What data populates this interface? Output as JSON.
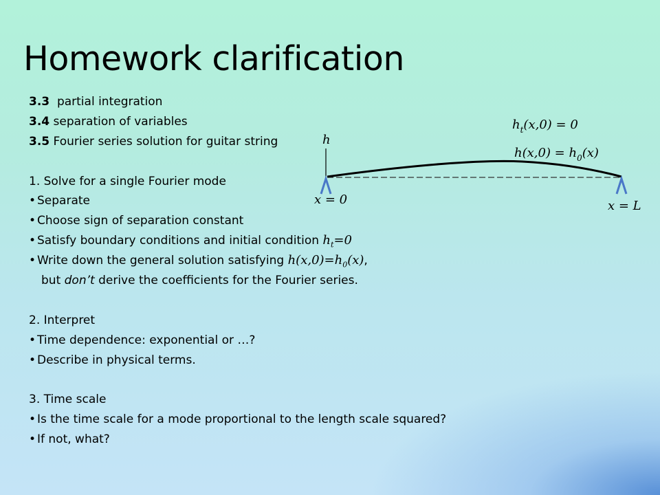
{
  "title": "Homework clarification",
  "sections": {
    "s33": {
      "num": "3.3",
      "text": "partial integration"
    },
    "s34": {
      "num": "3.4",
      "text": "separation of variables"
    },
    "s35": {
      "num": "3.5",
      "text": "Fourier series solution for guitar string"
    }
  },
  "part1": {
    "heading": "1. Solve for a single Fourier mode",
    "b1": "Separate",
    "b2": "Choose sign of separation constant",
    "b3_text": "Satisfy boundary conditions and initial condition",
    "b3_math": {
      "var": "h",
      "sub": "t",
      "rest": "=0"
    },
    "b4_text": "Write down the general solution satisfying",
    "b4_math": {
      "a": "h(x,0)=h",
      "sub": "0",
      "b": "(x)"
    },
    "b4_tail": ",",
    "cont_a": "but",
    "cont_em": "don’t",
    "cont_b": "derive the coefficients for the Fourier series."
  },
  "part2": {
    "heading": "2. Interpret",
    "b1": "Time dependence: exponential or …?",
    "b2": "Describe in physical terms."
  },
  "part3": {
    "heading": "3. Time scale",
    "b1": "Is the time scale for a mode proportional to the length scale squared?",
    "b2": "If not, what?"
  },
  "diagram": {
    "axis_label": "h",
    "label_ht": {
      "a": "h",
      "sub": "t",
      "b": "(x,0) = 0"
    },
    "label_h0": {
      "a": "h(x,0) = h",
      "sub": "0",
      "b": "(x)"
    },
    "label_x0": "x = 0",
    "label_xL": "x = L",
    "colors": {
      "support": "#4a78c8",
      "string": "#000000",
      "rest": "#333333"
    }
  }
}
